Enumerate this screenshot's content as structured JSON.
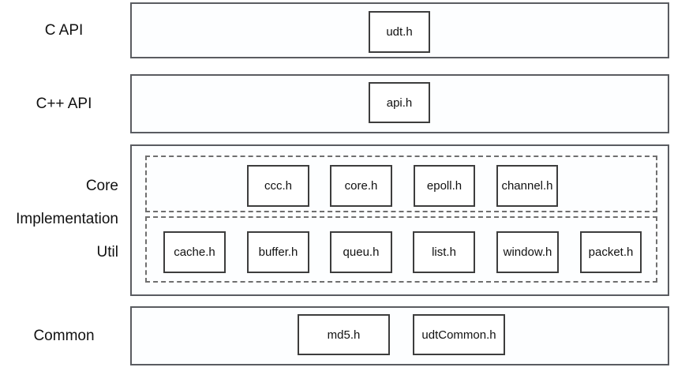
{
  "diagram": {
    "layers": [
      {
        "name": "c-api",
        "label": "C API",
        "boxes": [
          {
            "id": "udt",
            "label": "udt.h"
          }
        ]
      },
      {
        "name": "cpp-api",
        "label": "C++ API",
        "boxes": [
          {
            "id": "api",
            "label": "api.h"
          }
        ]
      },
      {
        "name": "implementation",
        "label_lines": [
          "Core",
          "Implementation",
          "Util"
        ],
        "groups": [
          {
            "name": "core",
            "boxes": [
              {
                "id": "ccc",
                "label": "ccc.h"
              },
              {
                "id": "core",
                "label": "core.h"
              },
              {
                "id": "epoll",
                "label": "epoll.h"
              },
              {
                "id": "channel",
                "label": "channel.h"
              }
            ]
          },
          {
            "name": "util",
            "boxes": [
              {
                "id": "cache",
                "label": "cache.h"
              },
              {
                "id": "buffer",
                "label": "buffer.h"
              },
              {
                "id": "queu",
                "label": "queu.h"
              },
              {
                "id": "list",
                "label": "list.h"
              },
              {
                "id": "window",
                "label": "window.h"
              },
              {
                "id": "packet",
                "label": "packet.h"
              }
            ]
          }
        ]
      },
      {
        "name": "common",
        "label": "Common",
        "boxes": [
          {
            "id": "md5",
            "label": "md5.h"
          },
          {
            "id": "udtCommon",
            "label": "udtCommon.h"
          }
        ]
      }
    ],
    "colors": {
      "band_border": "#5a5c61",
      "box_border": "#3d3d3d",
      "dashed_border": "#6f6f6f",
      "text": "#111111",
      "background": "#ffffff"
    }
  }
}
